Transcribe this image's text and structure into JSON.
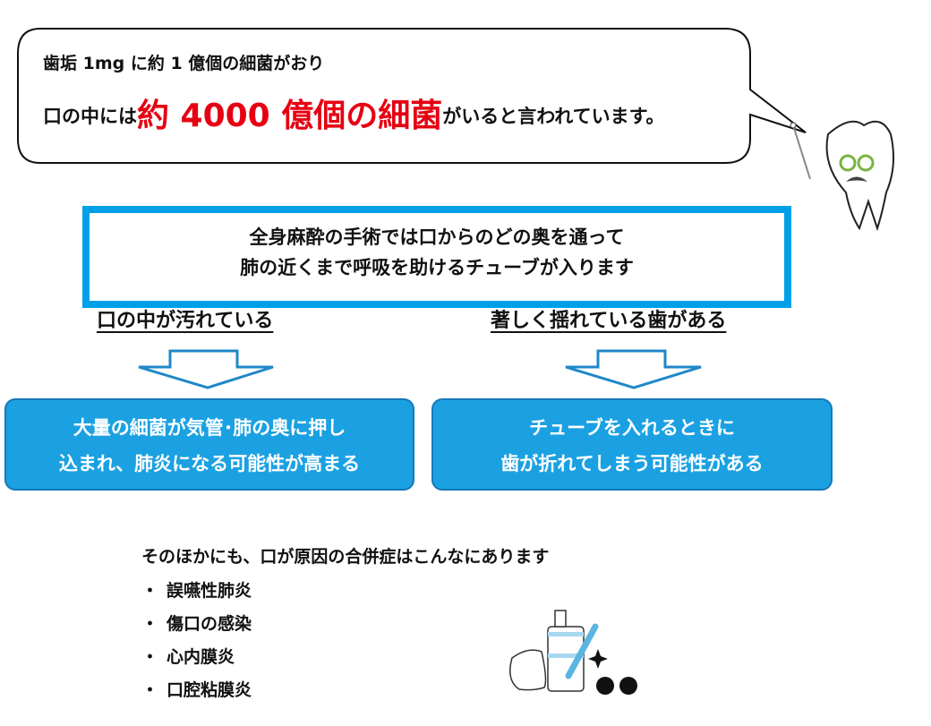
{
  "bubble": {
    "line1": "歯垢 1mg に約 1 億個の細菌がおり",
    "line2_pre": "口の中には",
    "line2_highlight": "約 4000 億個の細菌",
    "line2_post": "がいると言われています。"
  },
  "info": {
    "line1": "全身麻酔の手術では口からのどの奥を通って",
    "line2": "肺の近くまで呼吸を助けるチューブが入ります"
  },
  "left": {
    "heading": "口の中が汚れている",
    "result_line1": "大量の細菌が気管･肺の奥に押し",
    "result_line2": "込まれ、肺炎になる可能性が高まる"
  },
  "right": {
    "heading": "著しく揺れている歯がある",
    "result_line1": "チューブを入れるときに",
    "result_line2": "歯が折れてしまう可能性がある"
  },
  "others": {
    "intro": "そのほかにも、口が原因の合併症はこんなにあります",
    "bullet": "・",
    "items": [
      "誤嚥性肺炎",
      "傷口の感染",
      "心内膜炎",
      "口腔粘膜炎"
    ]
  },
  "colors": {
    "accent": "#00a0e9",
    "highlight": "#e60012"
  }
}
